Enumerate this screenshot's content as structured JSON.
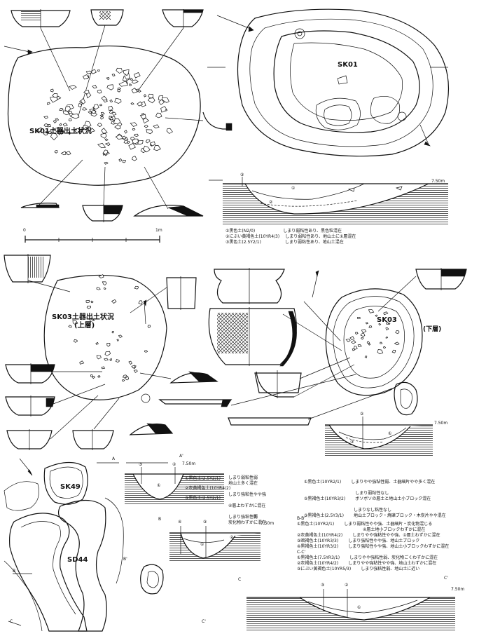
{
  "features": {
    "sk01_plan": "SK01土器出土状況",
    "sk01": "SK01",
    "sk03_plan_line1": "SK03土器出土状況",
    "sk03_plan_line2": "(上層)",
    "sk03": "SK03",
    "sk03_lower": "(下層)",
    "sk49": "SK49",
    "sd44": "SD44"
  },
  "scale_bar": {
    "start": "0",
    "end": "1m"
  },
  "elevations": {
    "sk01": "7.50m",
    "sk03": "7.50m",
    "a": "7.50m",
    "b": "7.50m",
    "c": "7.50m"
  },
  "section_markers": {
    "a": "A",
    "a_prime": "A'",
    "b": "B",
    "b_prime": "B'",
    "b_plan": "B",
    "b_prime_plan": "B'",
    "c": "C",
    "c_prime": "C'",
    "c_plan": "C",
    "c_prime_plan": "C'"
  },
  "layer_numbers": {
    "sk01": [
      "①",
      "②",
      "③"
    ],
    "sk03": [
      "①",
      "②",
      "③"
    ],
    "a": [
      "①",
      "②",
      "③"
    ],
    "b": [
      "①",
      "②",
      "③",
      "④"
    ],
    "c": [
      "①",
      "②",
      "③"
    ]
  },
  "legend_sk01": [
    {
      "soil": "①黒色土(N2/0)",
      "desc": "しまり弱粘性あり、黒色粒混在"
    },
    {
      "soil": "②にぶい黄褐色土(10YR4/3)",
      "desc": "しまり弱粘性あり、地山土に①層混在"
    },
    {
      "soil": "③黒色土(2.5Y2/1)",
      "desc": "しまり弱粘性あり、地山土混在"
    }
  ],
  "legend_a": [
    {
      "soil": "①黒色土(2.5Y2/1)",
      "desc": "しまり弱粘性弱\n地山土多く混在"
    },
    {
      "soil": "②灰黄褐色土(10YR4/2)",
      "desc": "しまり強粘性やや強"
    },
    {
      "soil": "③黒色土(2.5Y2/1)",
      "desc": "しまり強粘性弱\n炭化物わずかに混在"
    }
  ],
  "legend_a_extra": "④層上わずかに混在",
  "legend_sk03": [
    {
      "soil": "①黒色土(10YR2/1)",
      "desc": "しまりやや強粘性弱、土器細片やや多く混在"
    },
    {
      "soil": "②黒褐色土(10YR3/2)",
      "desc": "しまり弱粘性なし\nボソボソの層土と地山土小ブロック混在"
    },
    {
      "soil": "③黒褐色土(2.5Y3/1)",
      "desc": "しまりなし粘性なし\n地山土ブロック・焼礫ブロック・木炭片やや混在"
    }
  ],
  "legend_b_title": "B-B'",
  "legend_b": [
    {
      "soil": "①黒色土(10YR2/1)",
      "desc": "しまり弱粘性やや強、土器細片・炭化物混じる"
    },
    {
      "soil": "",
      "desc": "④層土地小ブロックわずかに混在"
    },
    {
      "soil": "②灰黄褐色土(10YR4/2)",
      "desc": "しまりやや強粘性やや強、①層土わずかに混在"
    },
    {
      "soil": "③暗褐色土(10YR3/3)",
      "desc": "しまり強粘性やや強、地山土ブロック"
    },
    {
      "soil": "④黒褐色土(10YR3/2)",
      "desc": "しまり強粘性やや強、地山土小ブロックわずかに混在"
    }
  ],
  "legend_c_title": "C-C'",
  "legend_c": [
    {
      "soil": "①黒褐色土(7.5YR3/1)",
      "desc": "しまりやや強粘性弱、炭化物ごくわずかに混在"
    },
    {
      "soil": "②灰褐色土(10YR4/2)",
      "desc": "しまりやや強粘性やや強、地山土わずかに混在"
    },
    {
      "soil": "③にぶい黄褐色土(10YR5/3)",
      "desc": "しまり強粘性弱、地山土に近い"
    }
  ]
}
